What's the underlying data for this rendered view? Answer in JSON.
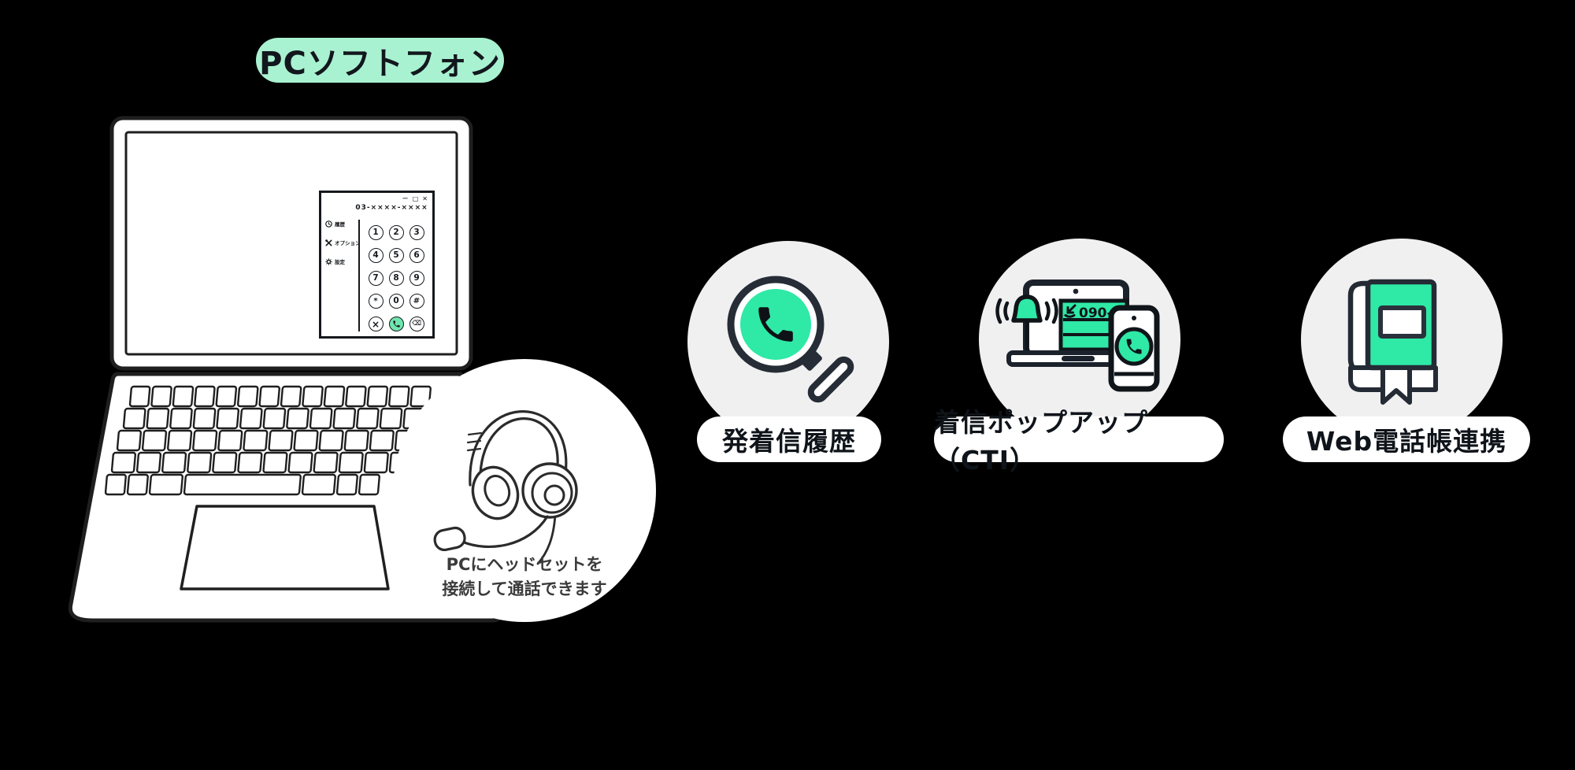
{
  "badge": {
    "label": "PCソフトフォン"
  },
  "softphone": {
    "controls": {
      "minimize": "−",
      "maximize": "□",
      "close": "✕"
    },
    "number": "03-××××-××××",
    "menu": [
      {
        "icon": "history-clock-icon",
        "label": "履歴"
      },
      {
        "icon": "options-tools-icon",
        "label": "オプション"
      },
      {
        "icon": "settings-gear-icon",
        "label": "設定"
      }
    ],
    "keys": [
      [
        "1",
        "2",
        "3"
      ],
      [
        "4",
        "5",
        "6"
      ],
      [
        "7",
        "8",
        "9"
      ],
      [
        "*",
        "0",
        "#"
      ]
    ],
    "actions": {
      "cancel": "×",
      "call": "call",
      "backspace": "⌫"
    }
  },
  "headset": {
    "caption_line1": "PCにヘッドセットを",
    "caption_line2": "接続して通話できます"
  },
  "features": [
    {
      "label": "発着信履歴",
      "icon": "call-history-search-icon"
    },
    {
      "label": "着信ポップアップ（CTI）",
      "icon": "incoming-call-popup-icon",
      "popup_number": "090-"
    },
    {
      "label": "Web電話帳連携",
      "icon": "web-phonebook-icon"
    }
  ],
  "colors": {
    "accent_green": "#2FE9A6",
    "badge_mint": "#A9F2D1",
    "circle_gray": "#F0F0F1",
    "outline_dark": "#242B35",
    "call_green": "#6FE6AE",
    "ink": "#15181C"
  }
}
